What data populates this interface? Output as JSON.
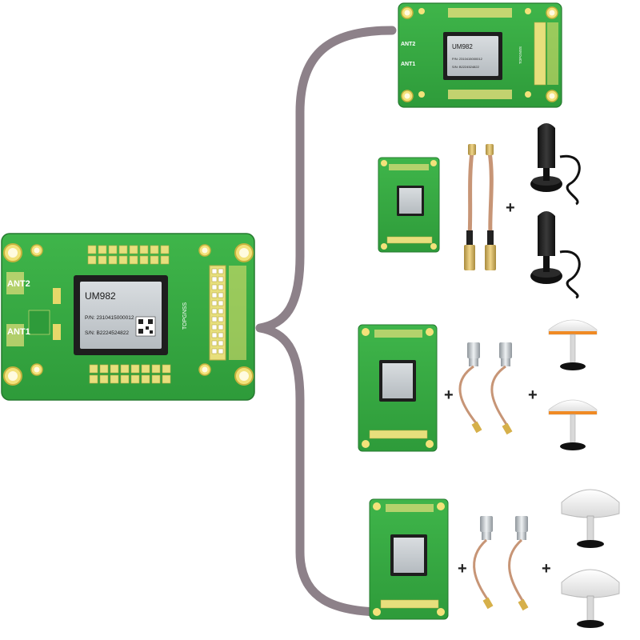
{
  "main_board": {
    "chip_model": "UM982",
    "chip_pn": "P/N: 2310415000012",
    "chip_sn": "S/N: B2224524822",
    "brand_silk": "TOPGNSS",
    "ant2_label": "ANT2",
    "ant1_label": "ANT1"
  },
  "variant_top": {
    "chip_model": "UM982",
    "chip_pn": "P/N: 2310415000012",
    "chip_sn": "S/N: B2224524822",
    "brand_silk": "TOPGNSS",
    "ant2_label": "ANT2",
    "ant1_label": "ANT1"
  },
  "plus_signs": {
    "row2": "+",
    "row3_a": "+",
    "row3_b": "+",
    "row4_a": "+",
    "row4_b": "+"
  }
}
